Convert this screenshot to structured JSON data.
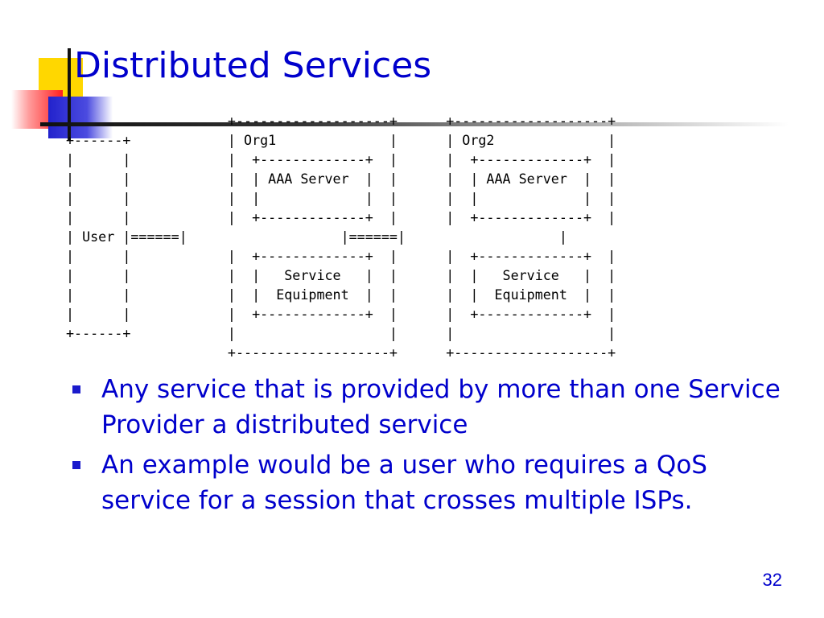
{
  "slide": {
    "title": "Distributed Services",
    "diagram_text": "                    +-------------------+      +-------------------+\n+------+            | Org1              |      | Org2              |\n|      |            |  +-------------+  |      |  +-------------+  |\n|      |            |  | AAA Server  |  |      |  | AAA Server  |  |\n|      |            |  |             |  |      |  |             |  |\n|      |            |  +-------------+  |      |  +-------------+  |\n| User |======|                   |======|                   |\n|      |            |  +-------------+  |      |  +-------------+  |\n|      |            |  |   Service   |  |      |  |   Service   |  |\n|      |            |  |  Equipment  |  |      |  |  Equipment  |  |\n|      |            |  +-------------+  |      |  +-------------+  |\n+------+            |                   |      |                   |\n                    +-------------------+      +-------------------+",
    "bullets": [
      "Any service that is provided by more than one Service Provider a distributed service",
      "An example would be a user who requires a QoS service for a session that crosses multiple ISPs."
    ],
    "page_number": "32"
  },
  "colors": {
    "title": "#0000cc",
    "body_text": "#0000cc",
    "bullet": "#1a1acc",
    "accent_yellow": "#ffd700",
    "accent_red": "#ff1f1f",
    "accent_blue": "#2222cc"
  }
}
